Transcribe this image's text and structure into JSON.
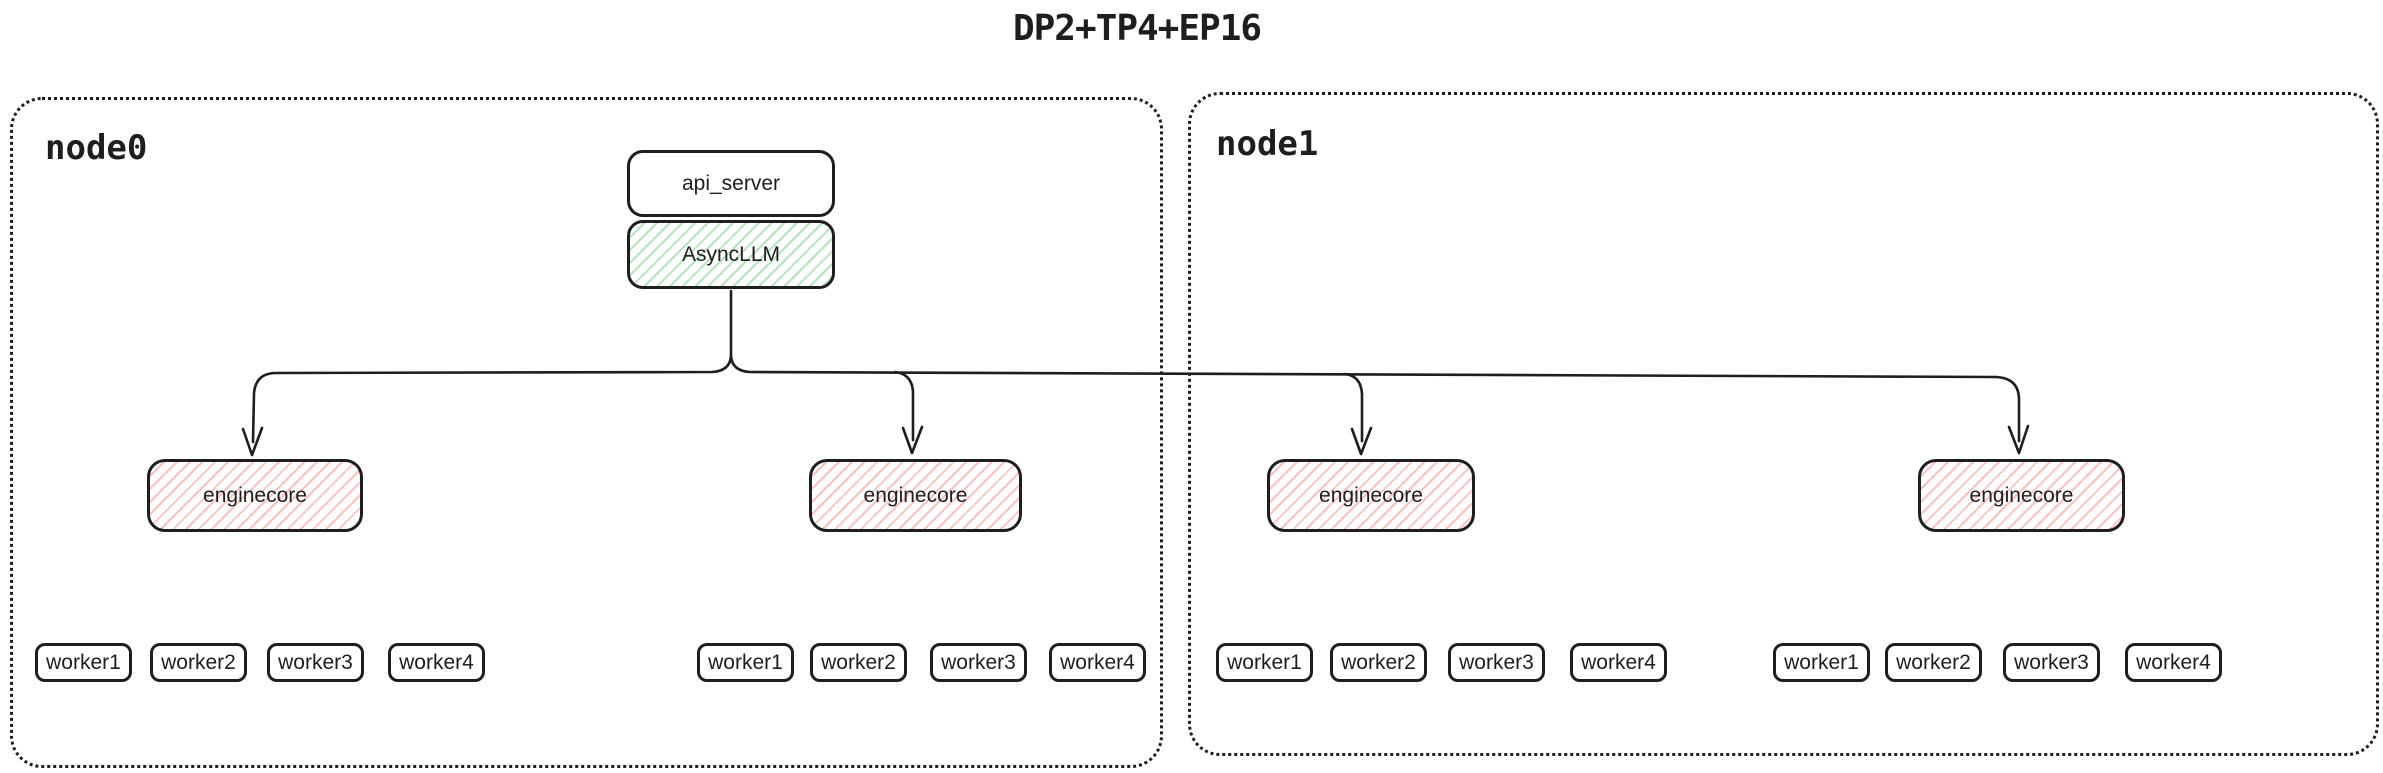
{
  "title": "DP2+TP4+EP16",
  "nodes": [
    {
      "label": "node0"
    },
    {
      "label": "node1"
    }
  ],
  "boxes": {
    "api_server": "api_server",
    "asyncllm": "AsyncLLM",
    "enginecore": "enginecore"
  },
  "workers": [
    "worker1",
    "worker2",
    "worker3",
    "worker4"
  ],
  "colors": {
    "stroke": "#1e1e1e",
    "asyncllm_hatch": "#52c768",
    "enginecore_hatch": "#ff7272",
    "background": "#ffffff"
  }
}
